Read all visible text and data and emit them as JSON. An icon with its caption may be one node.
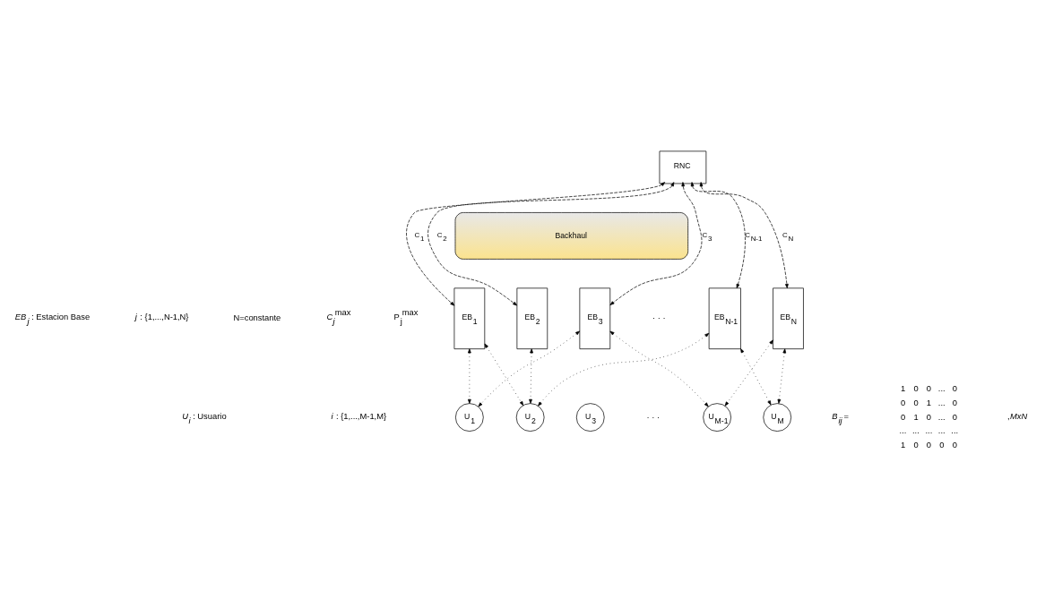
{
  "diagram": {
    "nodes": [
      {
        "text": [
          "RNC"
        ]
      },
      {
        "text": [
          "Backhaul"
        ]
      },
      {
        "text": [
          "EB$_{1}$"
        ]
      },
      {
        "text": [
          "EB$_{2}$"
        ]
      },
      {
        "text": [
          "EB$_{3}$"
        ]
      },
      {
        "text": [
          "EB$_{N-1}$"
        ]
      },
      {
        "text": [
          "EB$_{N}$"
        ]
      },
      {
        "text": [
          "U$_{1}$"
        ]
      },
      {
        "text": [
          "U$_{2}$"
        ]
      },
      {
        "text": [
          "U$_{3}$"
        ]
      },
      {
        "text": [
          "U$_{M-1}$"
        ]
      },
      {
        "text": [
          "U$_{M}$"
        ]
      }
    ],
    "edges": [
      {
        "from": 0,
        "to": 2,
        "arrow": "both",
        "label": "C$_{1}$",
        "style": "dashed"
      },
      {
        "from": 0,
        "to": 3,
        "arrow": "both",
        "label": "C$_{2}$",
        "style": "dashed"
      },
      {
        "from": 0,
        "to": 4,
        "arrow": "both",
        "label": "C$_{3}$",
        "style": "dashed"
      },
      {
        "from": 0,
        "to": 5,
        "arrow": "both",
        "label": "C$_{N-1}$",
        "style": "dashed"
      },
      {
        "from": 0,
        "to": 6,
        "arrow": "both",
        "label": "C$_{N}$",
        "style": "dashed"
      },
      {
        "from": 2,
        "to": 7,
        "arrow": "both"
      },
      {
        "from": 2,
        "to": 8,
        "arrow": "both"
      },
      {
        "from": 3,
        "to": 8,
        "arrow": "both"
      },
      {
        "from": 4,
        "to": 7,
        "arrow": "both"
      },
      {
        "from": 4,
        "to": 10,
        "arrow": "both"
      },
      {
        "from": 5,
        "to": 8,
        "arrow": "both"
      },
      {
        "from": 5,
        "to": 11,
        "arrow": "both"
      },
      {
        "from": 6,
        "to": 10,
        "arrow": "both"
      },
      {
        "from": 6,
        "to": 11,
        "arrow": "both"
      }
    ],
    "labels": [
      "· · ·",
      "*EB$_{j}$* : Estacion Base",
      "*j* : {1,...,N-1,N}",
      "N=constante",
      "*C$_{j}$*$^{max}$",
      "P$_{j}$$^{max}$",
      "· · ·",
      "*U$_{i}$* : Usuario",
      "*i* : {1,...,M-1,M}",
      "*B$_{ij}$* =",
      "1",
      "0",
      "0",
      "...",
      "0",
      "0",
      "0",
      "1",
      "...",
      "0",
      "0",
      "1",
      "0",
      "...",
      "0",
      "...",
      "...",
      "...",
      "...",
      "...",
      "1",
      "0",
      "0",
      "0",
      "0",
      ",*MxN*"
    ]
  }
}
